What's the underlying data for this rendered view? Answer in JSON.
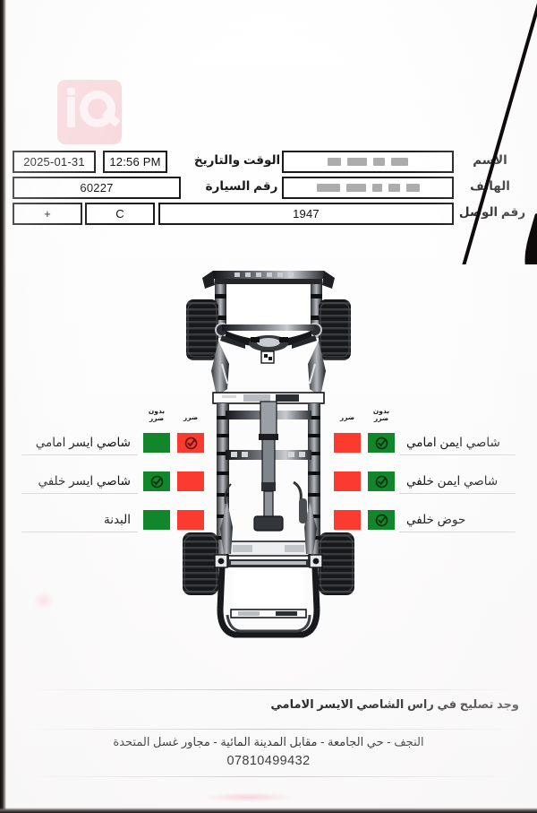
{
  "document": {
    "kind": "vehicle-chassis-inspection-report",
    "logo_text": "iQ"
  },
  "form": {
    "date_value": "2025-01-31",
    "time_value": "12:56 PM",
    "datetime_label": "الوقت والتاريخ",
    "name_label": "الاسم",
    "name_value": "",
    "car_number_label": "رقم السيارة",
    "car_number_value": "60227",
    "phone_label": "الهاتف",
    "phone_value": "",
    "receipt_label": "رقم الوصل",
    "receipt_value": "1947",
    "plus_value": "+",
    "grade_value": "C"
  },
  "inspection": {
    "headers": {
      "no_damage": "بدون\nضرر",
      "damage": "ضرر"
    },
    "left_rows": [
      {
        "label": "شاصي ايسر امامي",
        "no_damage": false,
        "damage": true
      },
      {
        "label": "شاصي ايسر خلفي",
        "no_damage": true,
        "damage": false
      },
      {
        "label": "البدنة",
        "no_damage": false,
        "damage": false
      }
    ],
    "right_rows": [
      {
        "label": "شاصي ايمن امامي",
        "no_damage": true,
        "damage": false
      },
      {
        "label": "شاصي ايمن خلفي",
        "no_damage": true,
        "damage": false
      },
      {
        "label": "حوض خلفي",
        "no_damage": true,
        "damage": false
      }
    ]
  },
  "notes": {
    "main": "وجد تصليح في راس الشاصي الايسر الامامي",
    "address": "النجف - حي الجامعة - مقابل المدينة المائية - مجاور غسل المتحدة",
    "phone": "07810499432"
  },
  "colors": {
    "green": "#11862a",
    "red": "#fb3b30",
    "logo_pink": "#f8d9dd",
    "ink": "#141414"
  }
}
